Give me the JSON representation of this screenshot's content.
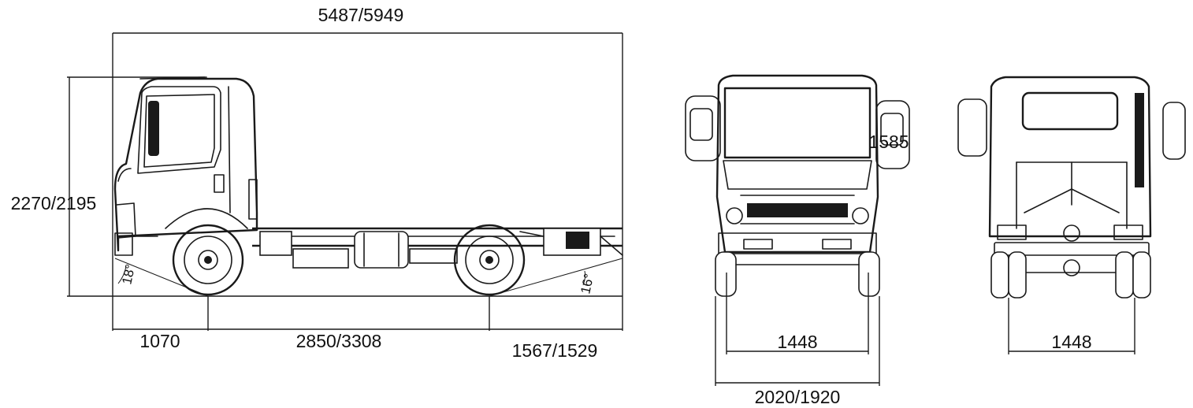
{
  "side_view": {
    "overall_length": "5487/5949",
    "overall_height": "2270/2195",
    "front_overhang": "1070",
    "wheelbase": "2850/3308",
    "rear_overhang": "1567/1529",
    "approach_angle": "18°",
    "departure_angle": "16°"
  },
  "front_view": {
    "track": "1448",
    "overall_width": "2020/1920",
    "partial_label": "1585"
  },
  "rear_view": {
    "track": "1448"
  },
  "colors": {
    "line": "#1a1a1a",
    "background": "#ffffff"
  }
}
